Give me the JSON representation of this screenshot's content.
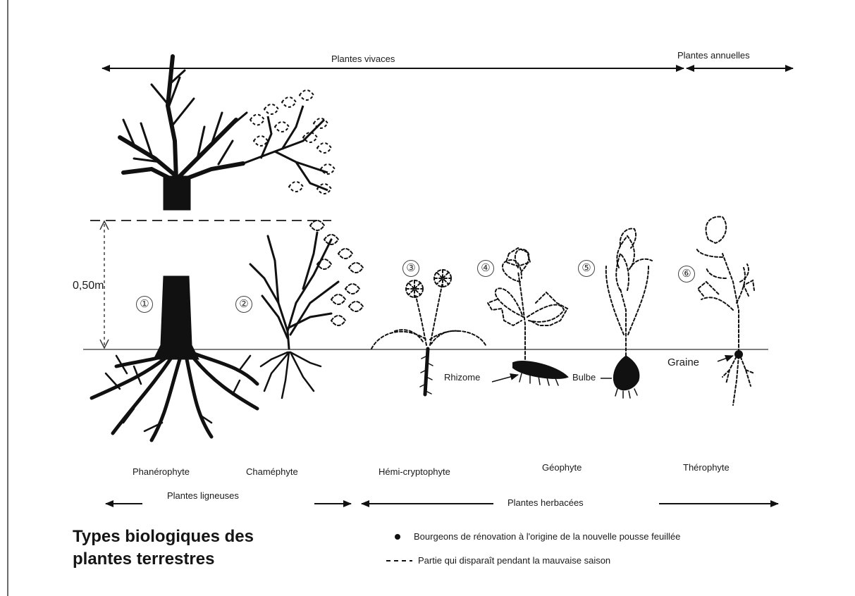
{
  "top_labels": {
    "plantes_vivaces": "Plantes vivaces",
    "plantes_annuelles": "Plantes annuelles"
  },
  "height_marker": "0,50m",
  "numbers": [
    "①",
    "②",
    "③",
    "④",
    "⑤",
    "⑥"
  ],
  "organ_labels": {
    "rhizome": "Rhizome",
    "bulbe": "Bulbe",
    "graine": "Graine"
  },
  "type_names": [
    "Phanérophyte",
    "Chaméphyte",
    "Hémi-cryptophyte",
    "Géophyte",
    "Thérophyte"
  ],
  "bottom_groups": {
    "ligneuses": "Plantes ligneuses",
    "herbacees": "Plantes herbacées"
  },
  "title": "Types biologiques des plantes terrestres",
  "legend": {
    "bud": "Bourgeons de rénovation à l'origine de la nouvelle pousse feuillée",
    "dashed": "Partie qui disparaît pendant la mauvaise saison"
  }
}
